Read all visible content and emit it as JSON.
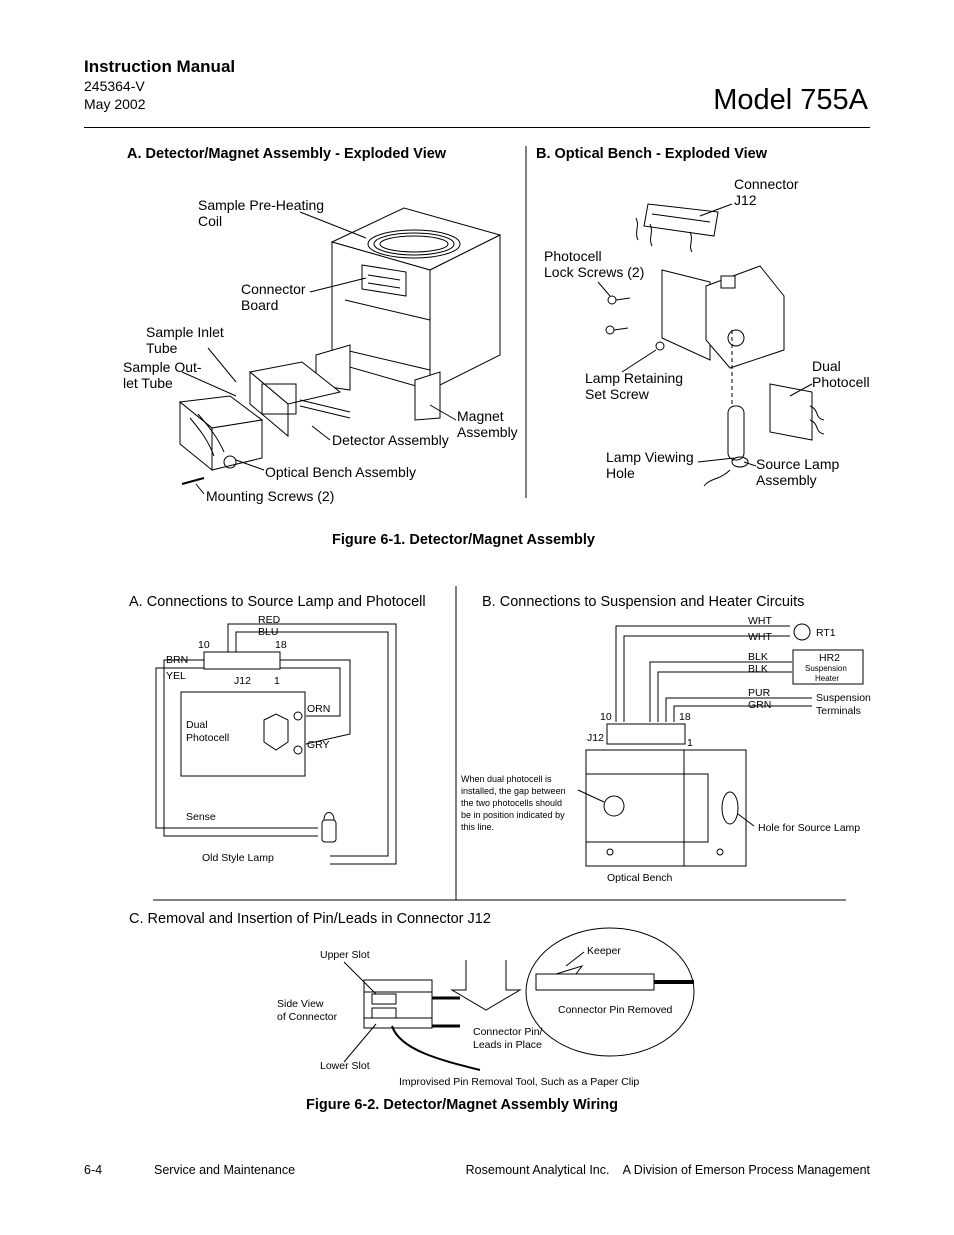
{
  "header": {
    "manual_title": "Instruction Manual",
    "doc_number": "245364-V",
    "date": "May 2002",
    "model": "Model 755A"
  },
  "figure1": {
    "panel_a_title": "A.  Detector/Magnet Assembly - Exploded View",
    "panel_b_title": "B.  Optical Bench - Exploded View",
    "caption": "Figure 6-1.  Detector/Magnet Assembly",
    "a_labels": {
      "coil_1": "Sample Pre-Heating",
      "coil_2": "Coil",
      "connector_board_1": "Connector",
      "connector_board_2": "Board",
      "inlet_1": "Sample Inlet",
      "inlet_2": "Tube",
      "outlet_1": "Sample Out-",
      "outlet_2": "let Tube",
      "magnet_1": "Magnet",
      "magnet_2": "Assembly",
      "detector": "Detector Assembly",
      "optical_bench": "Optical Bench Assembly",
      "mounting_screws": "Mounting Screws (2)"
    },
    "b_labels": {
      "connector_1": "Connector",
      "connector_2": "J12",
      "photocell_lock_1": "Photocell",
      "photocell_lock_2": "Lock Screws (2)",
      "lamp_retaining_1": "Lamp Retaining",
      "lamp_retaining_2": "Set Screw",
      "dual_photocell_1": "Dual",
      "dual_photocell_2": "Photocell",
      "lamp_viewing_1": "Lamp Viewing",
      "lamp_viewing_2": "Hole",
      "source_lamp_1": "Source Lamp",
      "source_lamp_2": "Assembly"
    }
  },
  "figure2": {
    "panel_a_title": "A.  Connections to Source Lamp and Photocell",
    "panel_b_title": "B.  Connections to Suspension and Heater Circuits",
    "panel_c_title": "C.  Removal and Insertion of Pin/Leads in Connector J12",
    "caption": "Figure 6-2.  Detector/Magnet Assembly Wiring",
    "a_labels": {
      "red": "RED",
      "blu": "BLU",
      "pin10": "10",
      "pin18": "18",
      "brn": "BRN",
      "yel": "YEL",
      "j12": "J12",
      "pin1": "1",
      "dual_1": "Dual",
      "dual_2": "Photocell",
      "orn": "ORN",
      "gry": "GRY",
      "sense": "Sense",
      "old_lamp": "Old Style Lamp"
    },
    "b_labels": {
      "wht1": "WHT",
      "wht2": "WHT",
      "rt1": "RT1",
      "blk1": "BLK",
      "blk2": "BLK",
      "hr2": "HR2",
      "hr2_sub1": "Suspension",
      "hr2_sub2": "Heater",
      "pur": "PUR",
      "grn": "GRN",
      "susp_1": "Suspension",
      "susp_2": "Terminals",
      "pin10": "10",
      "pin18": "18",
      "j12": "J12",
      "pin1": "1",
      "note_1": "When dual photocell is",
      "note_2": "installed, the gap between",
      "note_3": "the two photocells should",
      "note_4": "be in position indicated by",
      "note_5": "this line.",
      "hole": "Hole for Source Lamp",
      "bench": "Optical Bench"
    },
    "c_labels": {
      "upper_slot": "Upper Slot",
      "side_view_1": "Side View",
      "side_view_2": "of Connector",
      "lower_slot": "Lower Slot",
      "keeper": "Keeper",
      "pin_removed": "Connector Pin Removed",
      "pin_place_1": "Connector Pin/",
      "pin_place_2": "Leads in Place",
      "tool": "Improvised Pin Removal Tool, Such as a Paper Clip"
    }
  },
  "footer": {
    "page": "6-4",
    "section": "Service and Maintenance",
    "company": "Rosemount Analytical Inc.    A Division of Emerson Process Management"
  }
}
